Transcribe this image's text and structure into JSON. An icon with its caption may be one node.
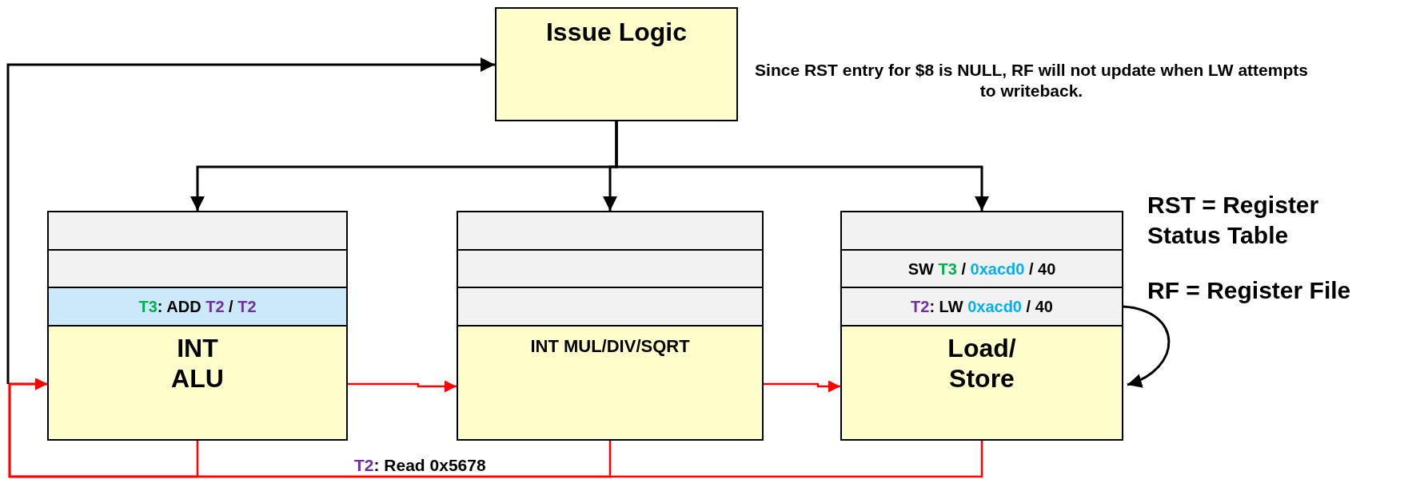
{
  "diagram": {
    "nodes": [
      {
        "text": [
          "Issue Logic"
        ]
      },
      {
        "text": [],
        "shape": "box"
      },
      {
        "text": [],
        "shape": "box"
      },
      {
        "text": [
          "T3: ADD T2 / T2"
        ]
      },
      {
        "text": [
          "INT ALU"
        ]
      },
      {
        "text": [],
        "shape": "box"
      },
      {
        "text": [],
        "shape": "box"
      },
      {
        "text": [],
        "shape": "box"
      },
      {
        "text": [
          "INT MUL/DIV/SQRT"
        ]
      },
      {
        "text": [],
        "shape": "box"
      },
      {
        "text": [
          "SW T3 / 0xacd0 / 40"
        ]
      },
      {
        "text": [
          "T2: LW 0xacd0 / 40"
        ]
      },
      {
        "text": [
          "Load/ Store"
        ]
      }
    ],
    "edges": [
      {
        "from": 0,
        "to": 1,
        "arrow": "to"
      },
      {
        "from": 0,
        "to": 5,
        "arrow": "to"
      },
      {
        "from": 0,
        "to": 9,
        "arrow": "to"
      },
      {
        "from": 4,
        "to": 8,
        "arrow": "to",
        "color": "#ff0000"
      },
      {
        "from": 8,
        "to": 12,
        "arrow": "to",
        "color": "#ff0000"
      },
      {
        "from": 4,
        "to": 4,
        "arrow": "to",
        "color": "#ff0000"
      },
      {
        "from": 8,
        "to": 4,
        "arrow": "to",
        "color": "#ff0000"
      },
      {
        "from": 12,
        "to": 4,
        "arrow": "to",
        "color": "#ff0000"
      },
      {
        "from": null,
        "to": 0,
        "arrow": "to"
      },
      {
        "from": 11,
        "to": 12,
        "arrow": "to"
      }
    ],
    "labels": [
      "Since RST entry for $8 is NULL, RF will not update when LW attempts to writeback.",
      "RST = Register Status Table",
      "RF = Register File",
      "T2: Read 0x5678"
    ]
  }
}
